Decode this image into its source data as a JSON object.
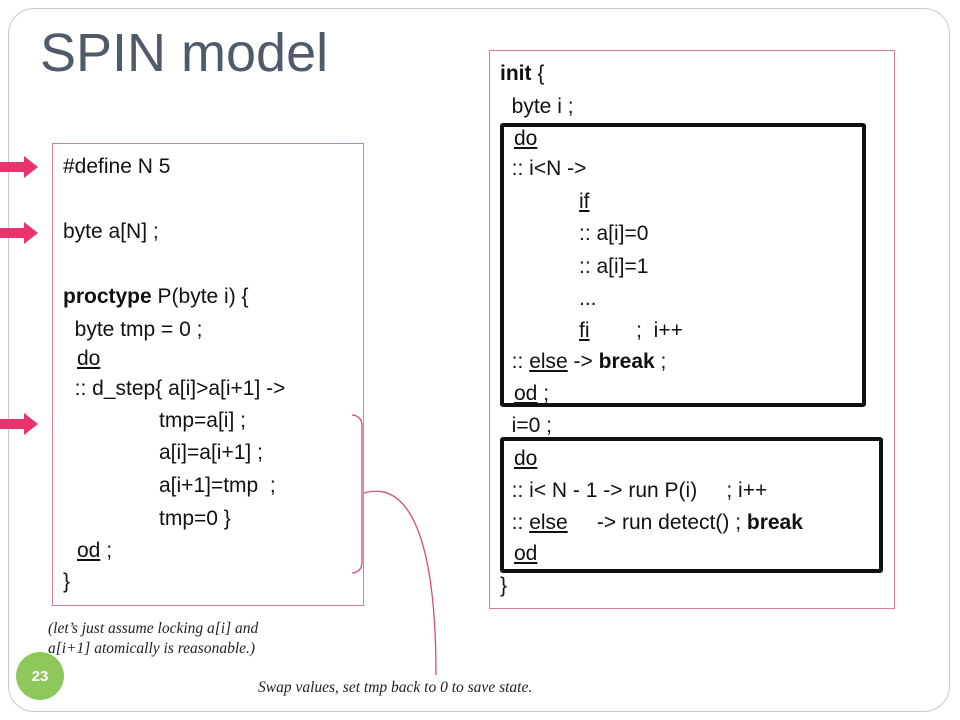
{
  "title": "SPIN model",
  "left_code": {
    "l1": "#define N 5",
    "l2": "byte a[N] ;",
    "l3_kw": "proctype",
    "l3_rest": " P(byte i) {",
    "l4": "  byte tmp = 0 ;",
    "l5_kw": "do",
    "l6": "  :: d_step{ a[i]>a[i+1] ->",
    "l7": "tmp=a[i] ;",
    "l8": "a[i]=a[i+1] ;",
    "l9": "a[i+1]=tmp  ;",
    "l10": "tmp=0 }",
    "l11_kw": "od",
    "l11_rest": " ;",
    "l12": "}"
  },
  "right_code": {
    "r1_kw": "init",
    "r1_rest": " {",
    "r2": "  byte i ;",
    "r3_kw": "do",
    "r4": "  :: i<N ->",
    "r5_kw": "if",
    "r6": ":: a[i]=0",
    "r7": ":: a[i]=1",
    "r8": "...",
    "r9_kw": "fi",
    "r9_rest": "        ;  i++",
    "r10_pre": "  :: ",
    "r10_kw": "else",
    "r10_mid": " -> ",
    "r10_bold": "break",
    "r10_end": " ;",
    "r11_kw": "od",
    "r11_rest": " ;",
    "r12": "  i=0 ;",
    "r13_kw": "do",
    "r14": "  :: i< N - 1 -> run P(i)     ; i++",
    "r15_pre": "  :: ",
    "r15_kw": "else",
    "r15_mid": "     -> run detect() ; ",
    "r15_bold": "break",
    "r16_kw": "od",
    "r17": "}"
  },
  "captions": {
    "locking_line1": "(let’s just assume locking a[i] and",
    "locking_line2": "a[i+1] atomically is reasonable.)",
    "swap": "Swap values, set tmp back to 0 to save state."
  },
  "page_number": "23",
  "colors": {
    "title": "#4f5b6b",
    "box_border": "#e07a9a",
    "arrow": "#e8336d",
    "page_badge": "#8fc85a",
    "connector": "#d94c7a"
  }
}
